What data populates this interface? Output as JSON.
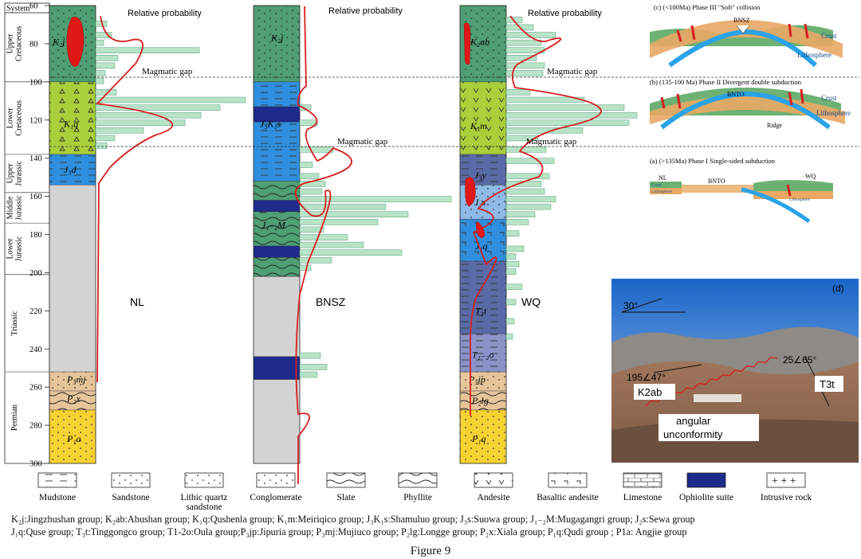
{
  "axis": {
    "header": "System",
    "ticks": [
      "60",
      "80",
      "100",
      "120",
      "140",
      "160",
      "180",
      "200",
      "220",
      "240",
      "260",
      "280",
      "300"
    ],
    "periods": [
      {
        "label": "Upper Cretaceous"
      },
      {
        "label": "Lower Cretaceous"
      },
      {
        "label": "Upper Jurassic"
      },
      {
        "label": "Middle Jurassic"
      },
      {
        "label": "Lower Jurassic"
      },
      {
        "label": "Triassic"
      },
      {
        "label": "Permian"
      }
    ]
  },
  "histogram_title": "Relative probability",
  "gap_label": "Magmatic gap",
  "sections": [
    {
      "name": "NL",
      "units": [
        "K₂j",
        "K₁q",
        "J₃d",
        "P₃mj",
        "P₂x",
        "P₁a"
      ]
    },
    {
      "name": "BNSZ",
      "units": [
        "K₂j",
        "J₃K₁s",
        "J₁₋₂M"
      ]
    },
    {
      "name": "WQ",
      "units": [
        "K₂ab",
        "K₁m",
        "J₃y",
        "J₂s",
        "J₁q",
        "T₃t",
        "T₁₋₂o",
        "P₃jp",
        "P₂lg",
        "P₁q"
      ]
    }
  ],
  "tectonic_panels": [
    {
      "title": "(c) (<100Ma) Phase III \"Soft\" collision",
      "labels": [
        "BNSZ",
        "Crust",
        "Lithosphere"
      ]
    },
    {
      "title": "(b) (135-100 Ma) Phase II Divergent double subduction",
      "labels": [
        "BNTO",
        "Crust",
        "Lithosphere",
        "Ridge"
      ]
    },
    {
      "title": "(a) (>135Ma) Phase I Single-sided subduction",
      "labels": [
        "NL",
        "BNTO",
        "WQ",
        "Crust",
        "Lithosphere",
        "Lithosphere"
      ]
    }
  ],
  "photo": {
    "label": "(d)",
    "dip_30": "30°",
    "attitude_left": "195∠47°",
    "attitude_right": "25∠65°",
    "unit_left": "K2ab",
    "unit_right": "T3t",
    "annotation": "angular unconformity"
  },
  "legend": [
    {
      "label": "Mudstone",
      "icon": "mudstone-pattern"
    },
    {
      "label": "Sandstone",
      "icon": "sandstone-pattern"
    },
    {
      "label": "Lithic quartz sandstone",
      "icon": "lithic-quartz-sandstone-pattern"
    },
    {
      "label": "Conglomerate",
      "icon": "conglomerate-pattern"
    },
    {
      "label": "Slate",
      "icon": "slate-pattern"
    },
    {
      "label": "Phyllite",
      "icon": "phyllite-pattern"
    },
    {
      "label": "Andesite",
      "icon": "andesite-pattern"
    },
    {
      "label": "Basaltic andesite",
      "icon": "basaltic-andesite-pattern"
    },
    {
      "label": "Limestone",
      "icon": "limestone-pattern"
    },
    {
      "label": "Ophiolite suite",
      "icon": "ophiolite-pattern"
    },
    {
      "label": "Intrusive rock",
      "icon": "intrusive-rock-pattern"
    }
  ],
  "group_lines": [
    "K₂j:Jingzhushan group; K₂ab:Abushan group; K₁q:Qushenla group; K₁m:Meiriqico group; J₃K₁s:Shamuluo group; J₃s:Suowa group; J₁₋₂M:Mugagangri group; J₂s:Sewa group",
    "J₁q:Quse group; T₃t:Tinggongco group; T1-2o:Oula group;P₃jp:Jipuria group; P₃mj:Mujiuco group; P₂lg:Longge group; P₂x:Xiala group; P₁q:Qudi group ; P1a: Angjie group"
  ],
  "caption": "Figure 9",
  "colors": {
    "green": "#4f9e74",
    "lime": "#a9cf3a",
    "blue": "#2f8fde",
    "navy": "#1e2a8c",
    "grey": "#d3d3d3",
    "yellow": "#f6d233",
    "tan": "#e7c59a",
    "slate": "#5a6aa6",
    "pdf": "#d81e1e",
    "bar": "#b9e3c8"
  }
}
